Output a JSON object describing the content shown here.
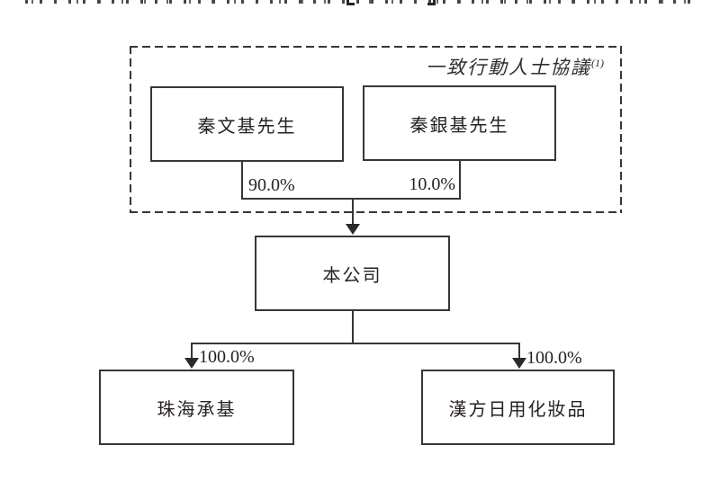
{
  "diagram": {
    "agreement_label": "一致行動人士協議",
    "agreement_superscript": "(1)",
    "nodes": {
      "shareholder_left": "秦文基先生",
      "shareholder_right": "秦銀基先生",
      "company": "本公司",
      "subsidiary_left": "珠海承基",
      "subsidiary_right": "漢方日用化妝品"
    },
    "percentages": {
      "shareholder_left_to_company": "90.0%",
      "shareholder_right_to_company": "10.0%",
      "company_to_subsidiary_left": "100.0%",
      "company_to_subsidiary_right": "100.0%"
    },
    "colors": {
      "line": "#3a3534",
      "text": "#272220",
      "background": "#ffffff"
    }
  }
}
